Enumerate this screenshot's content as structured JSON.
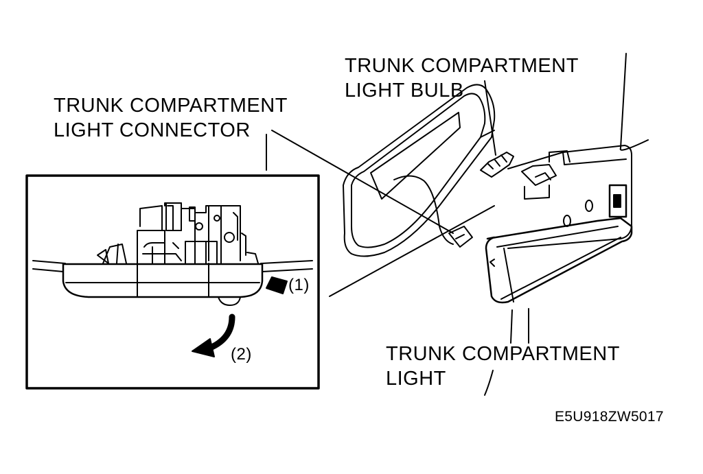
{
  "labels": {
    "connector_line1": "TRUNK COMPARTMENT",
    "connector_line2": "LIGHT CONNECTOR",
    "bulb_line1": "TRUNK COMPARTMENT",
    "bulb_line2": "LIGHT BULB",
    "light_line1": "TRUNK COMPARTMENT",
    "light_line2": "LIGHT",
    "step1": "(1)",
    "step2": "(2)",
    "figure_code": "E5U918ZW5017"
  },
  "colors": {
    "ink": "#000000",
    "paper": "#ffffff"
  }
}
